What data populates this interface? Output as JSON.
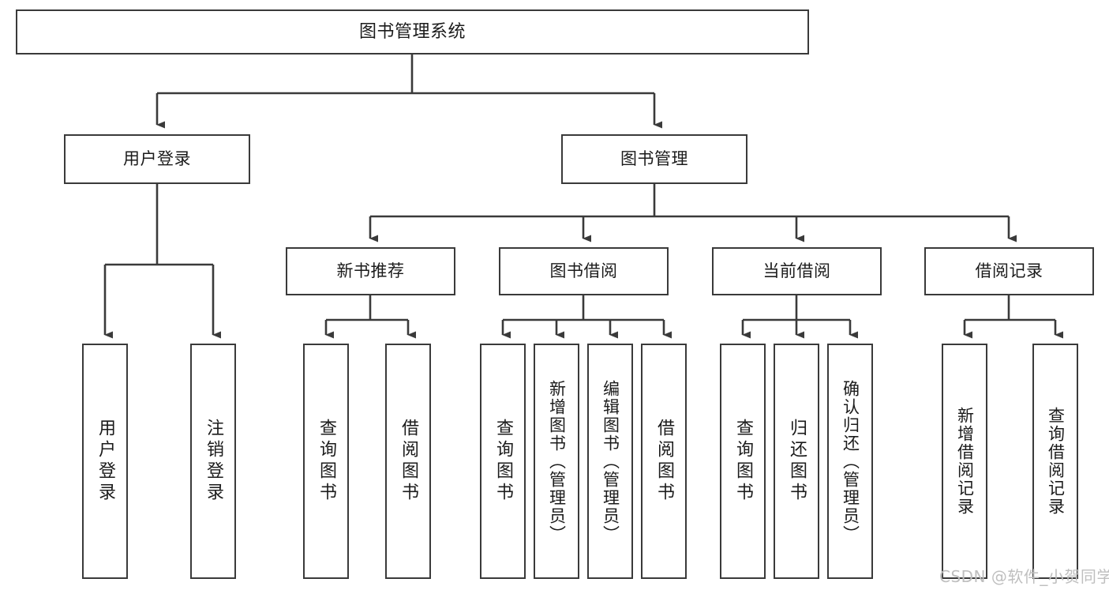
{
  "diagram": {
    "type": "tree-hierarchy",
    "title": "图书管理系统",
    "orientation": "top-down",
    "colors": {
      "box_border": "#3a3a3a",
      "box_fill": "#ffffff",
      "edge": "#3a3a3a",
      "text": "#1b1b1b",
      "watermark": "#bfbfbf",
      "background": "#ffffff"
    },
    "levels": {
      "root": "图书管理系统",
      "level2": [
        "用户登录",
        "图书管理"
      ],
      "level3": [
        "新书推荐",
        "图书借阅",
        "当前借阅",
        "借阅记录"
      ],
      "leaves": [
        "用户登录",
        "注销登录",
        "查询图书",
        "借阅图书",
        "查询图书",
        "新增图书（管理员）",
        "编辑图书（管理员）",
        "借阅图书",
        "查询图书",
        "归还图书",
        "确认归还（管理员）",
        "新增借阅记录",
        "查询借阅记录"
      ]
    },
    "nodes": {
      "root": {
        "label": "图书管理系统"
      },
      "user_login": {
        "label": "用户登录"
      },
      "book_manage": {
        "label": "图书管理"
      },
      "new_book_rec": {
        "label": "新书推荐"
      },
      "book_borrow": {
        "label": "图书借阅"
      },
      "current_borrow": {
        "label": "当前借阅"
      },
      "borrow_record": {
        "label": "借阅记录"
      },
      "leaf_user_login": {
        "label": "用户登录"
      },
      "leaf_logout": {
        "label": "注销登录"
      },
      "leaf_query_book_a": {
        "label": "查询图书"
      },
      "leaf_borrow_book_a": {
        "label": "借阅图书"
      },
      "leaf_query_book_b": {
        "label": "查询图书"
      },
      "leaf_add_book": {
        "label": "新增图书（管理员）"
      },
      "leaf_edit_book": {
        "label": "编辑图书（管理员）"
      },
      "leaf_borrow_book_b": {
        "label": "借阅图书"
      },
      "leaf_query_book_c": {
        "label": "查询图书"
      },
      "leaf_return_book": {
        "label": "归还图书"
      },
      "leaf_confirm_return": {
        "label": "确认归还（管理员）"
      },
      "leaf_add_record": {
        "label": "新增借阅记录"
      },
      "leaf_query_record": {
        "label": "查询借阅记录"
      }
    }
  },
  "watermark": {
    "text": "CSDN @软件_小贺同学"
  }
}
